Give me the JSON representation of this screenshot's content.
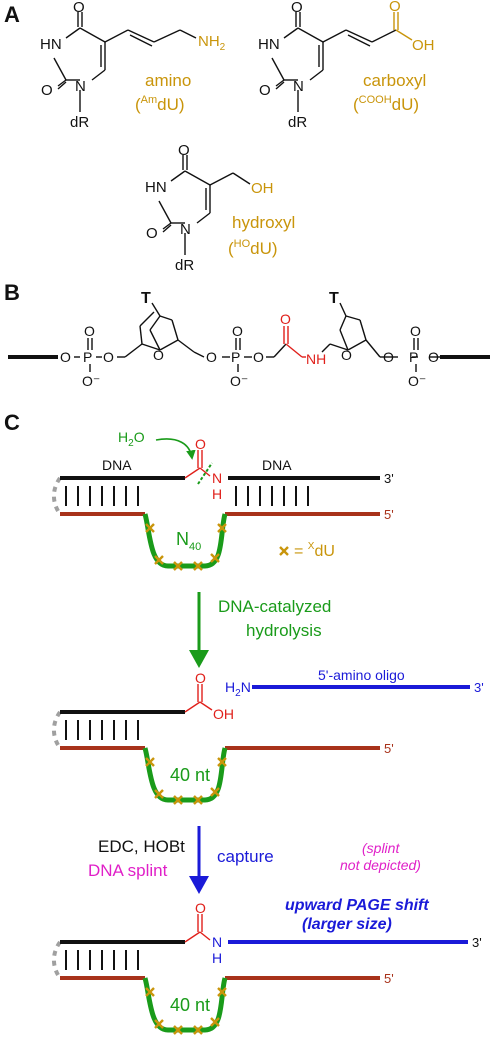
{
  "colors": {
    "black": "#111111",
    "gold": "#c9950b",
    "red": "#e0201b",
    "brown": "#a8321a",
    "green": "#1a9b1a",
    "blue": "#1a1ad8",
    "magenta": "#e020c8",
    "grey": "#a0a0a0"
  },
  "panel_a": {
    "letter": "A",
    "ring_atoms": {
      "o": "O",
      "hn": "HN",
      "n": "N",
      "dr": "dR"
    },
    "amino_sub": "NH",
    "amino_sub_digit": "2",
    "carboxyl_sub_o": "O",
    "carboxyl_sub_oh": "OH",
    "hydroxyl_sub": "OH",
    "amino_label": "amino",
    "amino_abbr_pre": "(",
    "amino_abbr_sup": "Am",
    "amino_abbr_post": "dU)",
    "carboxyl_label": "carboxyl",
    "carboxyl_abbr_pre": "(",
    "carboxyl_abbr_sup": "COOH",
    "carboxyl_abbr_post": "dU)",
    "hydroxyl_label": "hydroxyl",
    "hydroxyl_abbr_pre": "(",
    "hydroxyl_abbr_sup": "HO",
    "hydroxyl_abbr_post": "dU)"
  },
  "panel_b": {
    "letter": "B",
    "base": "T",
    "o": "O",
    "p": "P",
    "o_minus": "O⁻",
    "nh": "NH"
  },
  "panel_c": {
    "letter": "C",
    "water": "H",
    "water_digit": "2",
    "water_o": "O",
    "dna_left": "DNA",
    "dna_right": "DNA",
    "three_prime": "3'",
    "five_prime": "5'",
    "amide_o": "O",
    "amide_n": "N",
    "amide_h": "H",
    "n40_main": "N",
    "n40_sub": "40",
    "legend_eq": "= ",
    "legend_sup": "X",
    "legend_post": "dU",
    "step1_line1": "DNA-catalyzed",
    "step1_line2": "hydrolysis",
    "acid_o": "O",
    "acid_oh": "OH",
    "amino_oligo": "5'-amino oligo",
    "h2n": "H",
    "h2n_digit": "2",
    "h2n_n": "N",
    "loop_40nt": "40 nt",
    "reagents": "EDC, HOBt",
    "splint": "DNA splint",
    "capture": "capture",
    "splint_note_1": "(splint",
    "splint_note_2": "not depicted)",
    "shift_1": "upward PAGE shift",
    "shift_2": "(larger size)",
    "product_o": "O",
    "product_n": "N",
    "product_h": "H"
  }
}
